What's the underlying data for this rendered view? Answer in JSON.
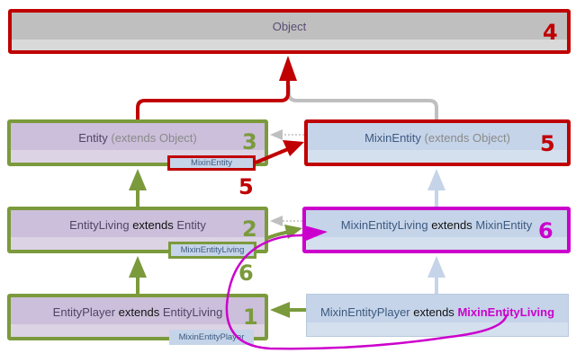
{
  "colors": {
    "red": "#c00000",
    "green": "#7a9a3c",
    "magenta": "#cc00cc",
    "light_blue": "#c5d4e8",
    "purple_fill": "#cbbfdb",
    "gray": "#bfbfbf"
  },
  "classes": {
    "object": {
      "name": "Object",
      "number": "4"
    },
    "entity": {
      "name": "Entity",
      "suffix": "(extends Object)",
      "number": "3",
      "mixin_tag": "MixinEntity",
      "tag_number": "5"
    },
    "entity_living": {
      "name": "EntityLiving",
      "keyword": "extends",
      "parent": "Entity",
      "number": "2",
      "mixin_tag": "MixinEntityLiving",
      "tag_number": "6"
    },
    "entity_player": {
      "name": "EntityPlayer",
      "keyword": "extends",
      "parent": "EntityLiving",
      "number": "1",
      "mixin_tag": "MixinEntityPlayer"
    }
  },
  "mixins": {
    "mixin_entity": {
      "name": "MixinEntity",
      "suffix": "(extends Object)",
      "number": "5"
    },
    "mixin_entity_living": {
      "name": "MixinEntityLiving",
      "keyword": "extends",
      "parent": "MixinEntity",
      "number": "6"
    },
    "mixin_entity_player": {
      "name": "MixinEntityPlayer",
      "keyword": "extends",
      "parent": "MixinEntityLiving"
    }
  }
}
